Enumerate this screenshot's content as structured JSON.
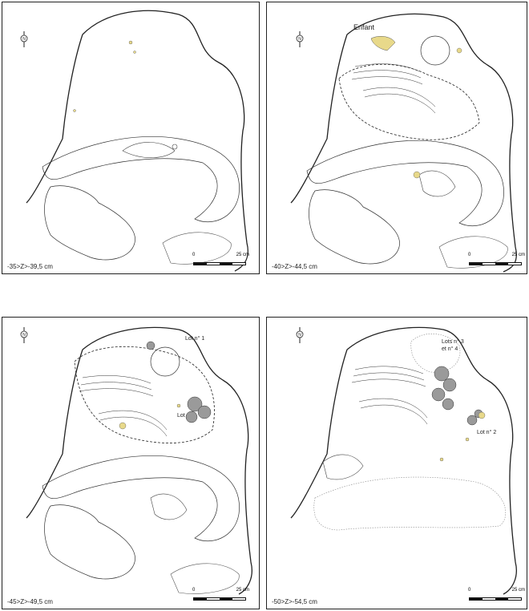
{
  "panels": [
    {
      "depth_label": "-35>Z>-39,5 cm",
      "scale_zero": "0",
      "scale_max": "25 cm",
      "annotations": []
    },
    {
      "depth_label": "-40>Z>-44,5 cm",
      "scale_zero": "0",
      "scale_max": "25 cm",
      "annotations": [
        "Enfant"
      ]
    },
    {
      "depth_label": "-45>Z>-49,5 cm",
      "scale_zero": "0",
      "scale_max": "25 cm",
      "annotations": [
        "Lot n° 1",
        "Lot n° 2"
      ]
    },
    {
      "depth_label": "-50>Z>-54,5 cm",
      "scale_zero": "0",
      "scale_max": "25 cm",
      "annotations": [
        "Lots n° 3",
        "et n° 4",
        "Lot n° 2"
      ]
    }
  ],
  "north_symbol": "N",
  "colors": {
    "line": "#222222",
    "bone_fill": "#e8d98a",
    "stone_fill": "#9a9a9a"
  }
}
